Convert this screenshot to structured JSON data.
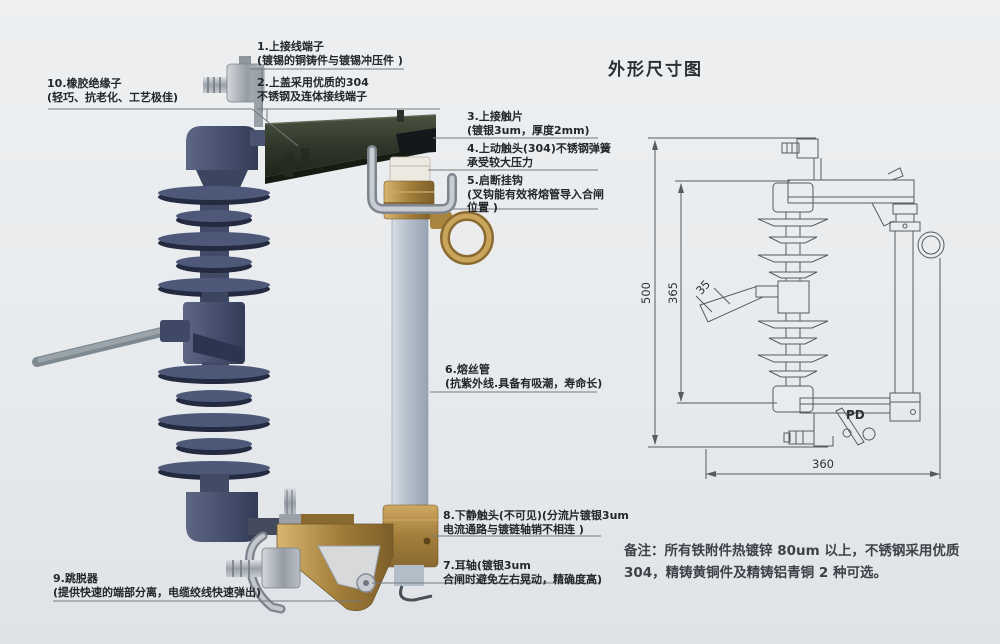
{
  "title": "外形尺寸图",
  "note": {
    "line1": "备注：所有铁附件热镀锌 80um 以上，不锈钢采用优质",
    "line2": "304，精铸黄铜件及精铸铝青铜 2 种可选。"
  },
  "callouts": {
    "c1": {
      "l1": "1.上接线端子",
      "l2": "(镀锡的铜铸件与镀锡冲压件 )"
    },
    "c2": {
      "l1": "2.上盖采用优质的304",
      "l2": "不锈钢及连体接线端子"
    },
    "c3": {
      "l1": "3.上接触片",
      "l2": "(镀银3um，厚度2mm)"
    },
    "c4": {
      "l1": "4.上动触头(304)不锈钢弹簧",
      "l2": "承受较大压力"
    },
    "c5": {
      "l1": "5.启断挂钩",
      "l2": "(叉钩能有效将熔管导入合闸",
      "l3": "位置 )"
    },
    "c6": {
      "l1": "6.熔丝管",
      "l2": "(抗紫外线.具备有吸潮，寿命长)"
    },
    "c7": {
      "l1": "7.耳轴(镀银3um",
      "l2": "合闸时避免左右晃动，精确度高)"
    },
    "c8": {
      "l1": "8.下静触头(不可见)(分流片镀银3um",
      "l2": "电流通路与镀链轴销不相连 )"
    },
    "c9": {
      "l1": "9.跳脱器",
      "l2": "(提供快速的端部分离，电缆绞线快速弹出)"
    },
    "c10": {
      "l1": "10.橡胶绝缘子",
      "l2": "(轻巧、抗老化、工艺极佳)"
    }
  },
  "dimensions": {
    "total_height": "500",
    "insulator_height": "365",
    "bracket_offset": "35",
    "total_width": "360",
    "pd": "PD"
  },
  "colors": {
    "background": "#e9eced",
    "insulator_slate": "#49536f",
    "insulator_dark": "#252b40",
    "fuse_tube_grey": "#b7c1cc",
    "brass": "#ab874a",
    "steel": "#aab0b8",
    "top_bracket_olive": "#343b30",
    "text": "#23272b",
    "leader_line": "#75797e",
    "drawing_line": "#565b61"
  }
}
